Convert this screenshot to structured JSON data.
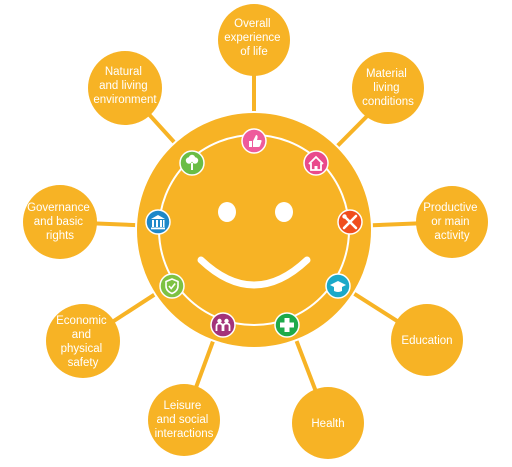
{
  "colors": {
    "sun": "#f7b325",
    "sun_outline": "#ffffff",
    "ring": "#ffffff",
    "face": "#ffffff",
    "bubble": "#f7b325",
    "spoke": "#f7b325"
  },
  "dimensions": [
    {
      "id": "overall",
      "label_lines": [
        "Overall",
        "experience",
        "of life"
      ],
      "icon_name": "thumbs-up-icon",
      "icon_color": "#ee5b9c"
    },
    {
      "id": "material",
      "label_lines": [
        "Material",
        "living",
        "conditions"
      ],
      "icon_name": "house-icon",
      "icon_color": "#e94a8c"
    },
    {
      "id": "productive",
      "label_lines": [
        "Productive",
        "or main",
        "activity"
      ],
      "icon_name": "tools-icon",
      "icon_color": "#f04e1e"
    },
    {
      "id": "education",
      "label_lines": [
        "Education"
      ],
      "icon_name": "graduation-cap-icon",
      "icon_color": "#1aa9c9"
    },
    {
      "id": "health",
      "label_lines": [
        "Health"
      ],
      "icon_name": "medical-cross-icon",
      "icon_color": "#1eaa4a"
    },
    {
      "id": "leisure",
      "label_lines": [
        "Leisure",
        "and social",
        "interactions"
      ],
      "icon_name": "people-icon",
      "icon_color": "#a3337a"
    },
    {
      "id": "economic",
      "label_lines": [
        "Economic",
        "and",
        "physical",
        "safety"
      ],
      "icon_name": "shield-check-icon",
      "icon_color": "#7ec242"
    },
    {
      "id": "governance",
      "label_lines": [
        "Governance",
        "and basic",
        "rights"
      ],
      "icon_name": "institution-icon",
      "icon_color": "#1e88c9"
    },
    {
      "id": "natural",
      "label_lines": [
        "Natural",
        "and living",
        "environment"
      ],
      "icon_name": "tree-icon",
      "icon_color": "#6abd45"
    }
  ]
}
